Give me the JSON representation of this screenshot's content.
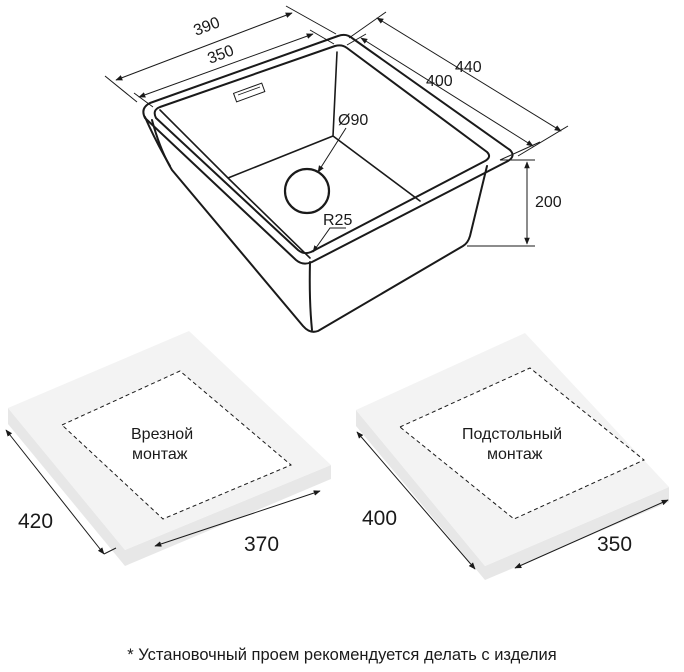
{
  "sink": {
    "width_outer": "390",
    "width_inner": "350",
    "depth_outer": "440",
    "depth_inner": "400",
    "height": "200",
    "drain": "Ø90",
    "corner_radius": "R25"
  },
  "cutout_flush": {
    "label_line1": "Врезной",
    "label_line2": "монтаж",
    "depth": "420",
    "width": "370"
  },
  "cutout_undermount": {
    "label_line1": "Подстольный",
    "label_line2": "монтаж",
    "depth": "400",
    "width": "350"
  },
  "footnote": "* Установочный проем рекомендуется делать с изделия",
  "colors": {
    "line": "#1a1a1a",
    "slab": "#f2f2f2",
    "slab_edge": "#e4e4e4"
  }
}
